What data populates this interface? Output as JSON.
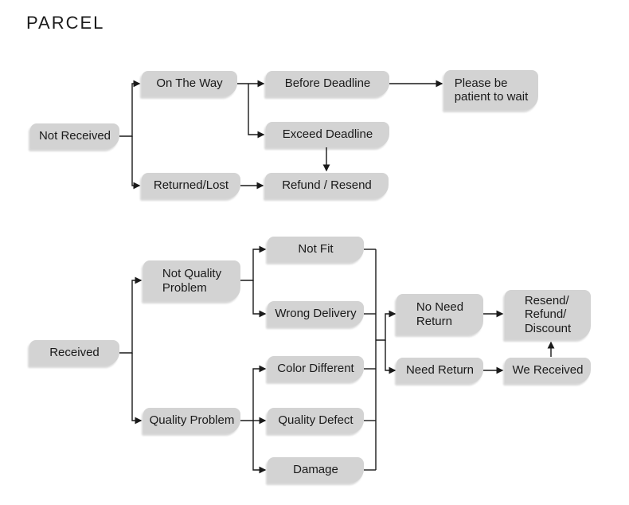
{
  "title": "PARCEL",
  "colors": {
    "background": "#ffffff",
    "box_fill": "#d3d3d3",
    "line": "#1a1a1a",
    "text": "#1a1a1a"
  },
  "nodes": {
    "not_received": "Not Received",
    "on_the_way": "On The Way",
    "before_deadline": "Before Deadline",
    "please_wait": "Please be\npatient to wait",
    "exceed_deadline": "Exceed Deadline",
    "returned_lost": "Returned/Lost",
    "refund_resend": "Refund / Resend",
    "received": "Received",
    "not_quality_problem": "Not Quality\nProblem",
    "quality_problem": "Quality Problem",
    "not_fit": "Not Fit",
    "wrong_delivery": "Wrong Delivery",
    "color_different": "Color Different",
    "quality_defect": "Quality Defect",
    "damage": "Damage",
    "no_need_return": "No Need\nReturn",
    "need_return": "Need Return",
    "resend_refund_discount": "Resend/\nRefund/\nDiscount",
    "we_received": "We Received"
  },
  "edges": [
    {
      "from": "not_received",
      "to": "on_the_way"
    },
    {
      "from": "not_received",
      "to": "returned_lost"
    },
    {
      "from": "on_the_way",
      "to": "before_deadline"
    },
    {
      "from": "on_the_way",
      "to": "exceed_deadline"
    },
    {
      "from": "before_deadline",
      "to": "please_wait"
    },
    {
      "from": "exceed_deadline",
      "to": "refund_resend"
    },
    {
      "from": "returned_lost",
      "to": "refund_resend"
    },
    {
      "from": "received",
      "to": "not_quality_problem"
    },
    {
      "from": "received",
      "to": "quality_problem"
    },
    {
      "from": "not_quality_problem",
      "to": "not_fit"
    },
    {
      "from": "not_quality_problem",
      "to": "wrong_delivery"
    },
    {
      "from": "quality_problem",
      "to": "color_different"
    },
    {
      "from": "quality_problem",
      "to": "quality_defect"
    },
    {
      "from": "quality_problem",
      "to": "damage"
    },
    {
      "from": "not_fit",
      "to": "return_decision"
    },
    {
      "from": "wrong_delivery",
      "to": "return_decision"
    },
    {
      "from": "color_different",
      "to": "return_decision"
    },
    {
      "from": "quality_defect",
      "to": "return_decision"
    },
    {
      "from": "damage",
      "to": "return_decision"
    },
    {
      "from": "return_decision",
      "to": "no_need_return"
    },
    {
      "from": "return_decision",
      "to": "need_return"
    },
    {
      "from": "no_need_return",
      "to": "resend_refund_discount"
    },
    {
      "from": "need_return",
      "to": "we_received"
    },
    {
      "from": "we_received",
      "to": "resend_refund_discount"
    }
  ]
}
